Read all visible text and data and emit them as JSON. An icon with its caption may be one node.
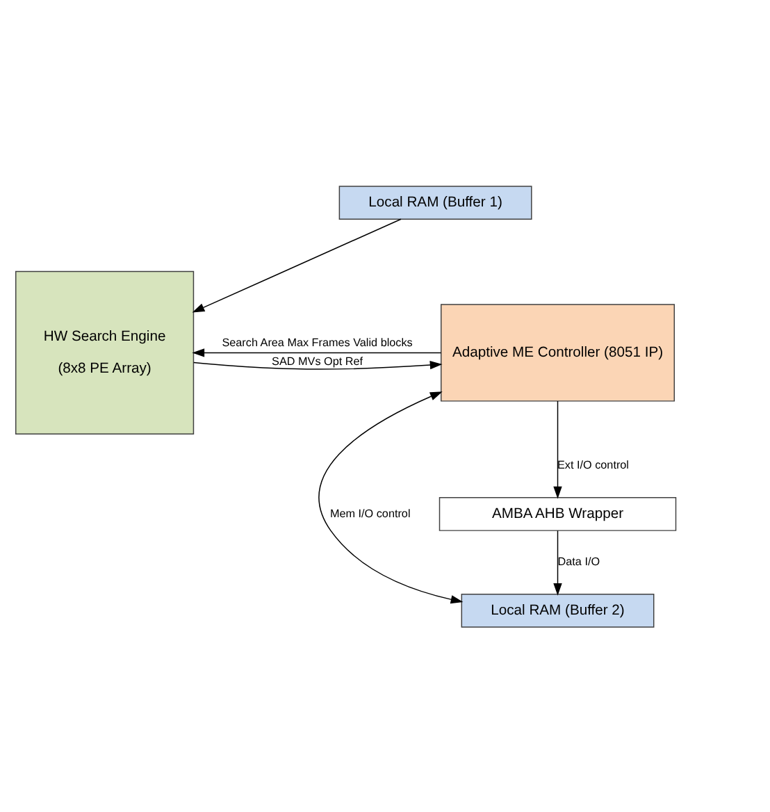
{
  "diagram": {
    "nodes": [
      {
        "text": [
          "HW Search Engine",
          "(8x8 PE Array)"
        ]
      },
      {
        "text": [
          "Adaptive ME Controller (8051 IP)"
        ]
      },
      {
        "text": [
          "Local RAM (Buffer 1)"
        ]
      },
      {
        "text": [
          "Local RAM (Buffer 2)"
        ]
      },
      {
        "text": [
          "AMBA AHB Wrapper"
        ]
      }
    ],
    "edges": [
      {
        "from": 0,
        "to": 1,
        "arrow": "to",
        "label": "SAD MVs Opt Ref"
      },
      {
        "from": 1,
        "to": 0,
        "arrow": "to",
        "label": "Search Area Max Frames Valid blocks"
      },
      {
        "from": 2,
        "to": 0,
        "arrow": "to"
      },
      {
        "from": 1,
        "to": 3,
        "arrow": "both",
        "label": "Mem I/O control"
      },
      {
        "from": 1,
        "to": 4,
        "arrow": "to",
        "label": "Ext I/O control"
      },
      {
        "from": 4,
        "to": 3,
        "arrow": "to",
        "label": "Data I/O"
      }
    ]
  }
}
